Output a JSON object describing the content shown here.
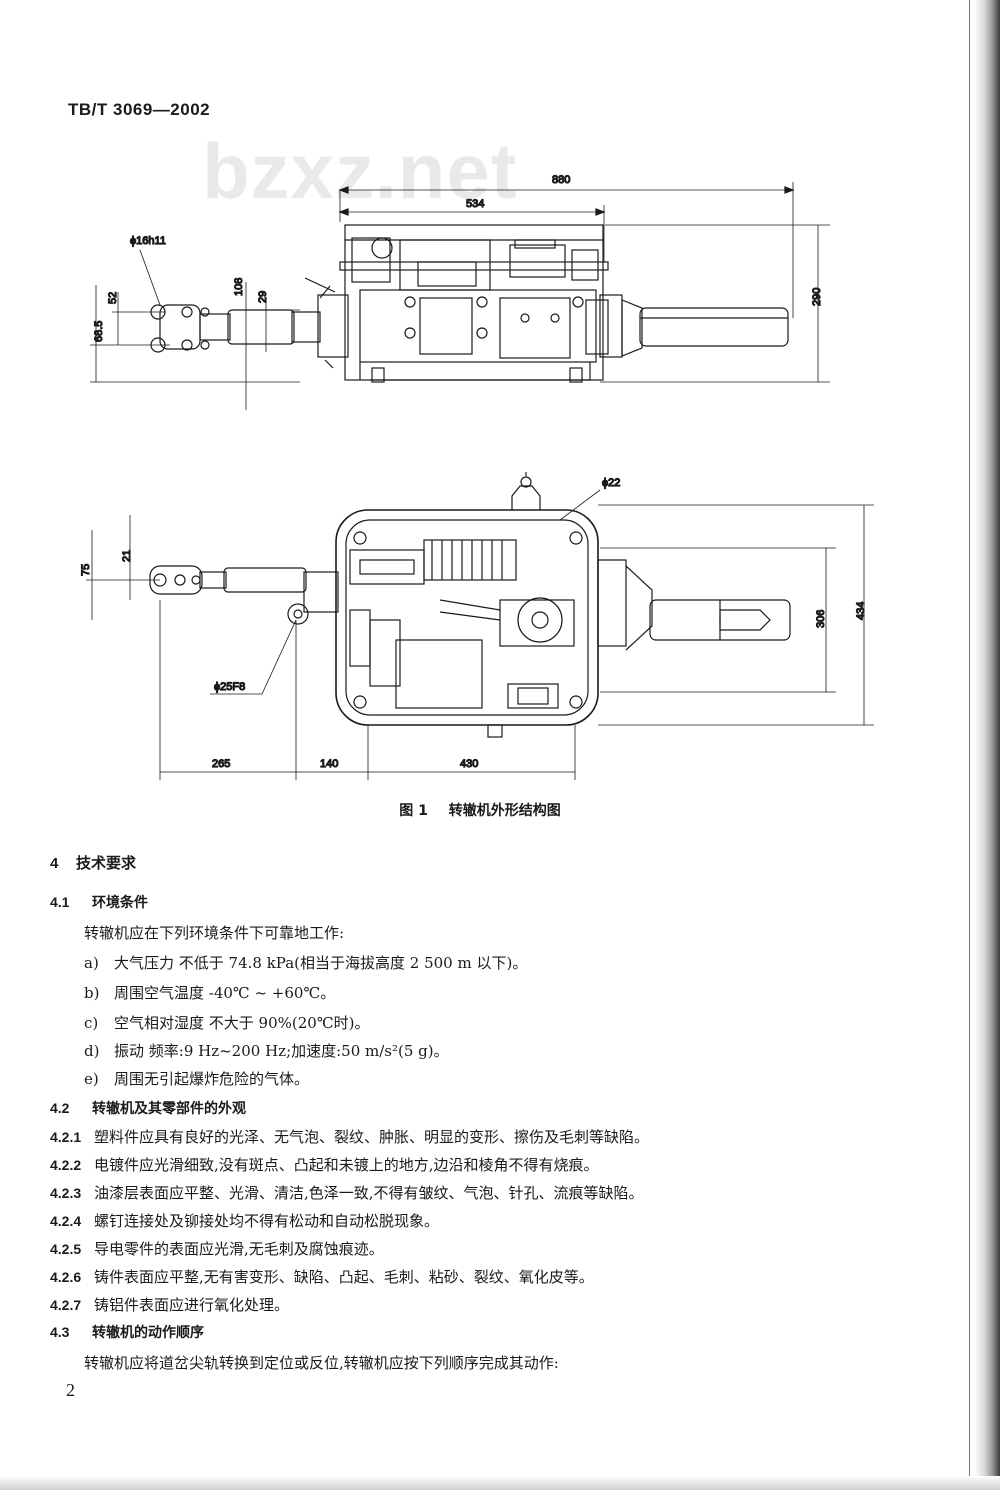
{
  "header": {
    "standard_code": "TB/T 3069—2002"
  },
  "watermark": "bzxz.net",
  "figure": {
    "caption_number": "图 1",
    "caption_title": "转辙机外形结构图",
    "dims": {
      "d880": "880",
      "d534": "534",
      "phi16": "ϕ16h11",
      "d68": "68.5",
      "d52": "52",
      "d108": "108",
      "d29": "29",
      "d290": "290",
      "phi22": "ϕ22",
      "d75": "75",
      "d21": "21",
      "phi25": "ϕ25F8",
      "d306": "306",
      "d434": "434",
      "d265": "265",
      "d140": "140",
      "d430": "430"
    }
  },
  "section4": {
    "number": "4",
    "title": "技术要求",
    "s41": {
      "number": "4.1",
      "title": "环境条件",
      "intro": "转辙机应在下列环境条件下可靠地工作:",
      "items": [
        {
          "mark": "a)",
          "text": "大气压力  不低于 74.8 kPa(相当于海拔高度 2 500 m 以下)。"
        },
        {
          "mark": "b)",
          "text": "周围空气温度   -40℃ ~ +60℃。"
        },
        {
          "mark": "c)",
          "text": "空气相对湿度   不大于 90%(20℃时)。"
        },
        {
          "mark": "d)",
          "text": "振动  频率:9 Hz~200 Hz;加速度:50 m/s²(5 g)。"
        },
        {
          "mark": "e)",
          "text": "周围无引起爆炸危险的气体。"
        }
      ]
    },
    "s42": {
      "number": "4.2",
      "title": "转辙机及其零部件的外观",
      "clauses": [
        {
          "number": "4.2.1",
          "text": "塑料件应具有良好的光泽、无气泡、裂纹、肿胀、明显的变形、擦伤及毛刺等缺陷。"
        },
        {
          "number": "4.2.2",
          "text": "电镀件应光滑细致,没有斑点、凸起和未镀上的地方,边沿和棱角不得有烧痕。"
        },
        {
          "number": "4.2.3",
          "text": "油漆层表面应平整、光滑、清洁,色泽一致,不得有皱纹、气泡、针孔、流痕等缺陷。"
        },
        {
          "number": "4.2.4",
          "text": "螺钉连接处及铆接处均不得有松动和自动松脱现象。"
        },
        {
          "number": "4.2.5",
          "text": "导电零件的表面应光滑,无毛刺及腐蚀痕迹。"
        },
        {
          "number": "4.2.6",
          "text": "铸件表面应平整,无有害变形、缺陷、凸起、毛刺、粘砂、裂纹、氧化皮等。"
        },
        {
          "number": "4.2.7",
          "text": "铸铝件表面应进行氧化处理。"
        }
      ]
    },
    "s43": {
      "number": "4.3",
      "title": "转辙机的动作顺序",
      "text": "转辙机应将道岔尖轨转换到定位或反位,转辙机应按下列顺序完成其动作:"
    }
  },
  "page_number": "2"
}
